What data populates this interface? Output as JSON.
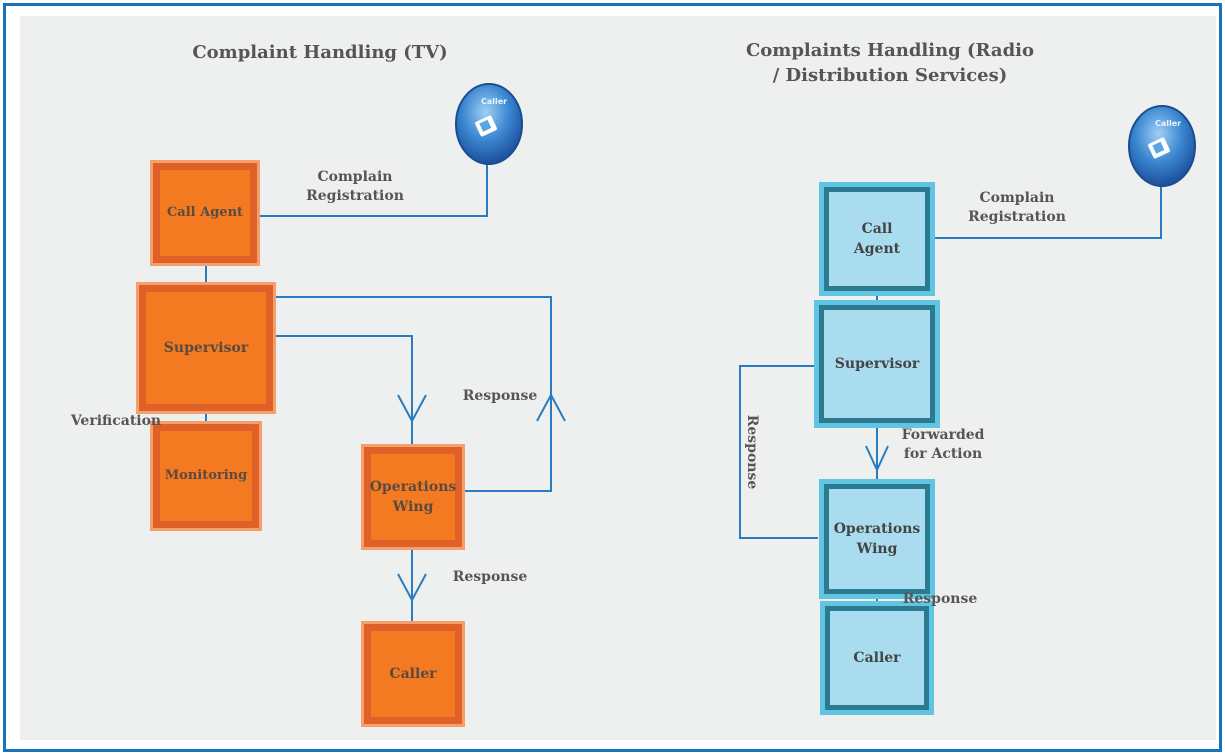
{
  "tv": {
    "title": "Complaint Handling (TV)",
    "caller_icon_label": "Caller",
    "nodes": {
      "call_agent": "Call Agent",
      "supervisor": "Supervisor",
      "monitoring": "Monitoring",
      "operations_wing": "Operations Wing",
      "caller": "Caller"
    },
    "labels": {
      "complain_registration": "Complain Registration",
      "verification": "Verification",
      "response_up": "Response",
      "response_down": "Response"
    }
  },
  "radio": {
    "title": "Complaints Handling (Radio / Distribution Services)",
    "caller_icon_label": "Caller",
    "nodes": {
      "call_agent": "Call Agent",
      "supervisor": "Supervisor",
      "operations_wing": "Operations Wing",
      "caller": "Caller"
    },
    "labels": {
      "complain_registration": "Complain Registration",
      "forwarded_for_action": "Forwarded for Action",
      "response_side": "Response",
      "response_down": "Response"
    }
  },
  "colors": {
    "line": "#2a7cc0",
    "orange_fill": "#f47a21",
    "blue_fill": "#a9dcee",
    "frame": "#1a73b8"
  }
}
